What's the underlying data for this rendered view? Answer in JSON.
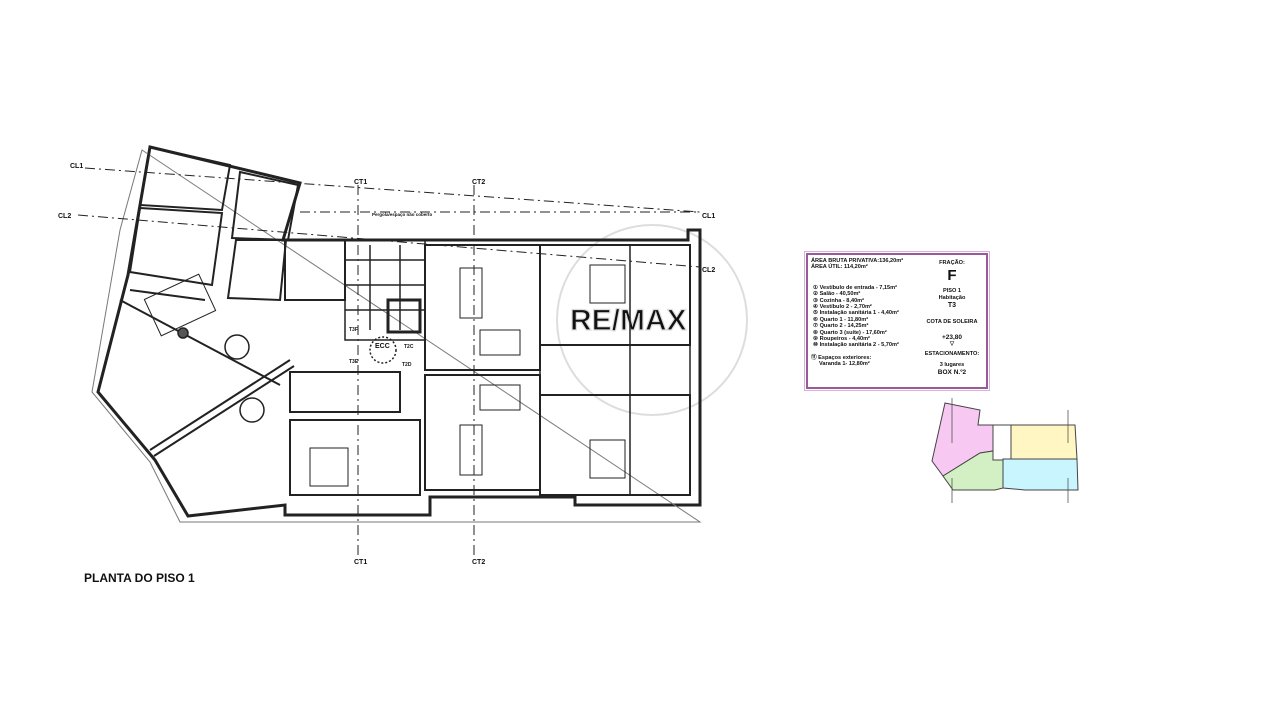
{
  "plan": {
    "title": "PLANTA DO PISO 1",
    "section_marks": {
      "cl1": "CL1",
      "cl2": "CL2",
      "ct1": "CT1",
      "ct2": "CT2"
    },
    "note": "Pergola/espaço não coberto",
    "core_labels": {
      "ecc": "ECC",
      "t2c": "T2C",
      "t2d": "T2D",
      "t3f": "T3F",
      "t3e": "T3E"
    },
    "watermark": "RE/MAX"
  },
  "legend": {
    "area_bruta": "ÁREA BRUTA PRIVATIVA:136,20m²",
    "area_util": "ÁREA ÚTIL: 114,20m²",
    "items": [
      "① Vestíbulo de entrada - 7,15m²",
      "② Salão - 40,50m²",
      "③ Cozinha - 8,40m²",
      "④ Vestíbulo 2 - 2,70m²",
      "⑤ Instalação sanitária 1 - 4,40m²",
      "⑥ Quarto 1 - 11,80m²",
      "⑦ Quarto 2 - 14,25m²",
      "⑧ Quarto 3 (suíte) - 17,60m²",
      "⑨ Roupeiros - 4,40m²",
      "⑩ Instalação sanitária 2 - 5,70m²"
    ],
    "exterior_title": "⑪ Espaços exteriores:",
    "exterior_value": "Varanda 1- 12,80m²",
    "fracao_label": "FRAÇÃO:",
    "fracao_value": "F",
    "piso": "PISO 1",
    "habitacao": "Habitação",
    "tipologia": "T3",
    "cota_label": "COTA DE SOLEIRA",
    "cota_value": "+23,80",
    "estacionamento_label": "ESTACIONAMENTO:",
    "lugares": "3 lugares",
    "box": "BOX N.º2"
  },
  "keyplan": {
    "colors": {
      "fraction_f": "#f6c8f2",
      "green": "#d2f0c4",
      "yellow": "#fff6c4",
      "cyan": "#c9f5ff",
      "border": "#9a5a9a"
    }
  }
}
